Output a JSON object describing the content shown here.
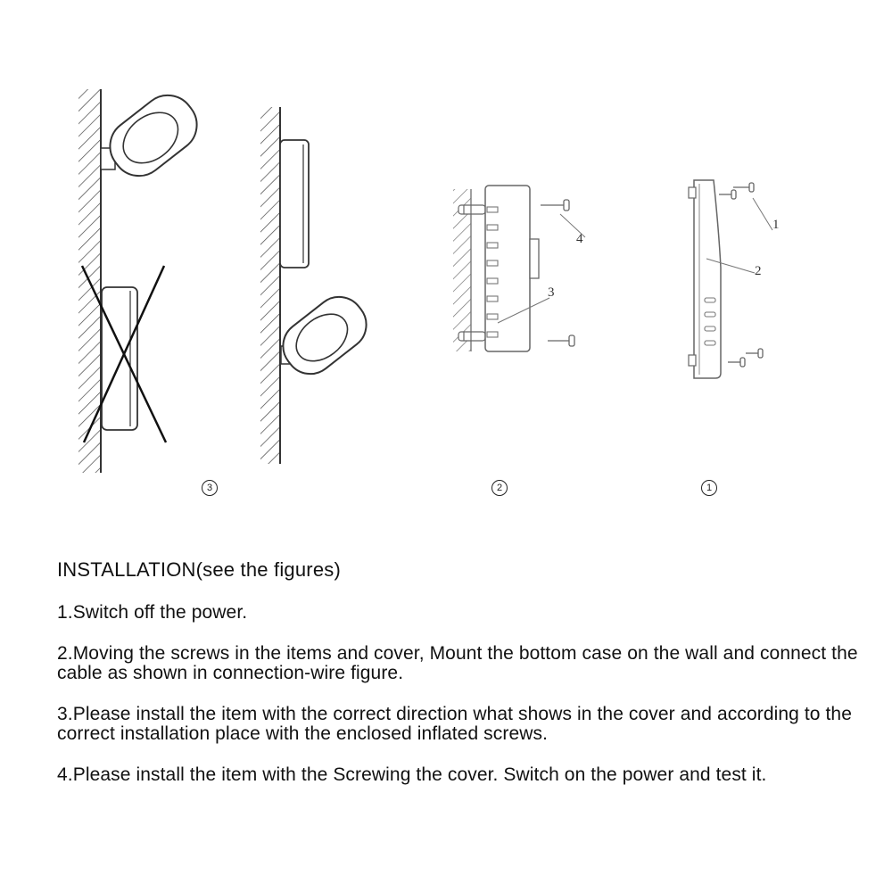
{
  "figures": {
    "numbers": [
      "3",
      "2",
      "1"
    ],
    "part_labels": [
      "1",
      "2",
      "3",
      "4"
    ]
  },
  "instructions": {
    "title": "INSTALLATION(see the figures)",
    "steps": [
      "1.Switch off the power.",
      "2.Moving the screws in the items and cover, Mount the bottom case on the wall and connect the cable as shown in connection-wire figure.",
      "3.Please install the item with the correct direction  what shows in the cover and according to the correct installation place with the enclosed inflated screws.",
      "4.Please install the item with the Screwing the cover. Switch on the power and test it."
    ]
  }
}
